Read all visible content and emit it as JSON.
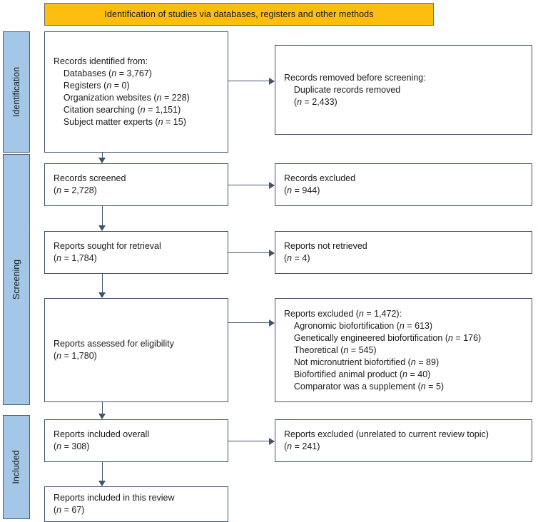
{
  "header": {
    "title": "Identification of studies via databases, registers and other methods",
    "bg_color": "#FDBE10"
  },
  "stages": {
    "identification": "Identification",
    "screening": "Screening",
    "included": "Included",
    "bar_color": "#A4C6E7"
  },
  "boxes": {
    "identified": "Records identified from:\n    Databases (n = 3,767)\n    Registers (n = 0)\n    Organization websites (n = 228)\n    Citation searching (n = 1,151)\n    Subject matter experts (n = 15)",
    "removed": "Records removed before screening:\n    Duplicate records removed\n    (n = 2,433)",
    "screened": "Records screened\n(n = 2,728)",
    "excluded_screened": "Records excluded\n(n = 944)",
    "sought": "Reports sought for retrieval\n(n = 1,784)",
    "not_retrieved": "Reports not retrieved\n(n = 4)",
    "assessed": "Reports assessed for eligibility\n(n = 1,780)",
    "excluded_reports": "Reports excluded (n = 1,472):\n    Agronomic biofortification (n = 613)\n    Genetically engineered biofortification (n = 176)\n    Theoretical (n = 545)\n    Not micronutrient biofortified (n = 89)\n    Biofortified animal product (n = 40)\n    Comparator was a supplement (n = 5)",
    "included_overall": "Reports included overall\n(n = 308)",
    "excluded_unrelated": "Reports excluded (unrelated to current review topic)\n(n = 241)",
    "included_review": "Reports included in this review\n(n = 67)"
  },
  "flow": {
    "box_border_color": "#41546e",
    "connector_color": "#41546e"
  }
}
